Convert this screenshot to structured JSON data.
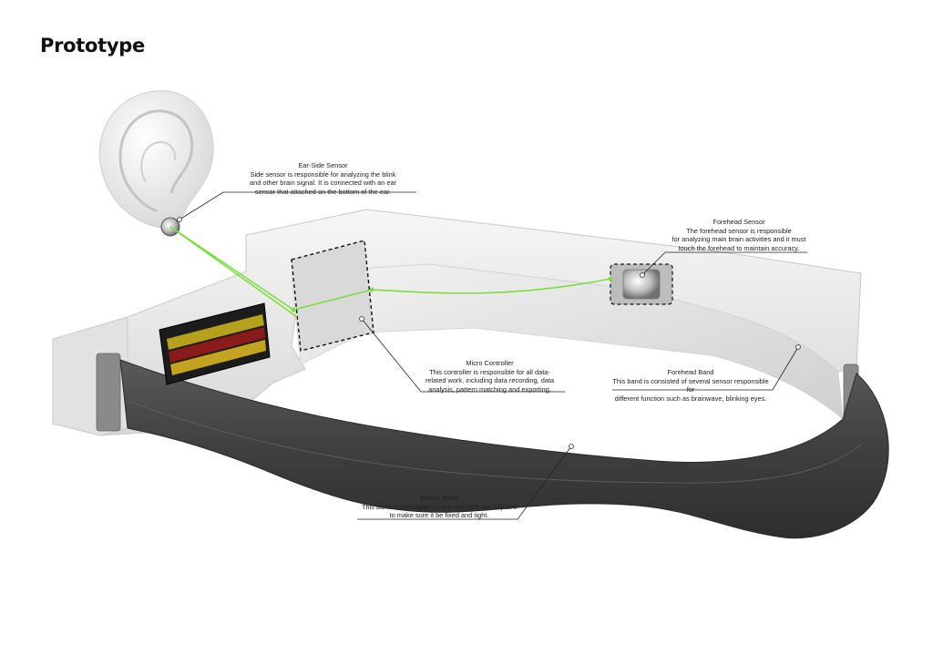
{
  "page": {
    "title": "Prototype"
  },
  "callouts": {
    "ear_sensor": {
      "title": "Ear-Side Sensor",
      "description": "Side sensor is responsible for analyzing the blink\nand other brain signal. It is connected with an ear\nsensor that attached on the bottom of the ear."
    },
    "forehead_sensor": {
      "title": "Forehead Sensor",
      "description": "The forehead sensor is responsible\nfor analyzing main brain activities and it must\ntouch the forehead to maintain accuracy."
    },
    "micro_controller": {
      "title": "Micro Controller",
      "description": "This controller is responsible for all data-\nrelated work, including data recording, data\nanalysis, pattern matching and exporting."
    },
    "forehead_band": {
      "title": "Forehead Band",
      "description": "This band is consisted of several sensor responsible for\ndifferent function such as brainwave, blinking eyes."
    },
    "elastic_band": {
      "title": "Elastic Band",
      "description": "This band is adjustable so that the user can adjust it\nto make sure it be fixed and tight."
    }
  },
  "colors": {
    "signal_line": "#7ddc3f",
    "band_dark": "#4a4a4a",
    "shell": "#ececec",
    "leader": "#222222"
  }
}
